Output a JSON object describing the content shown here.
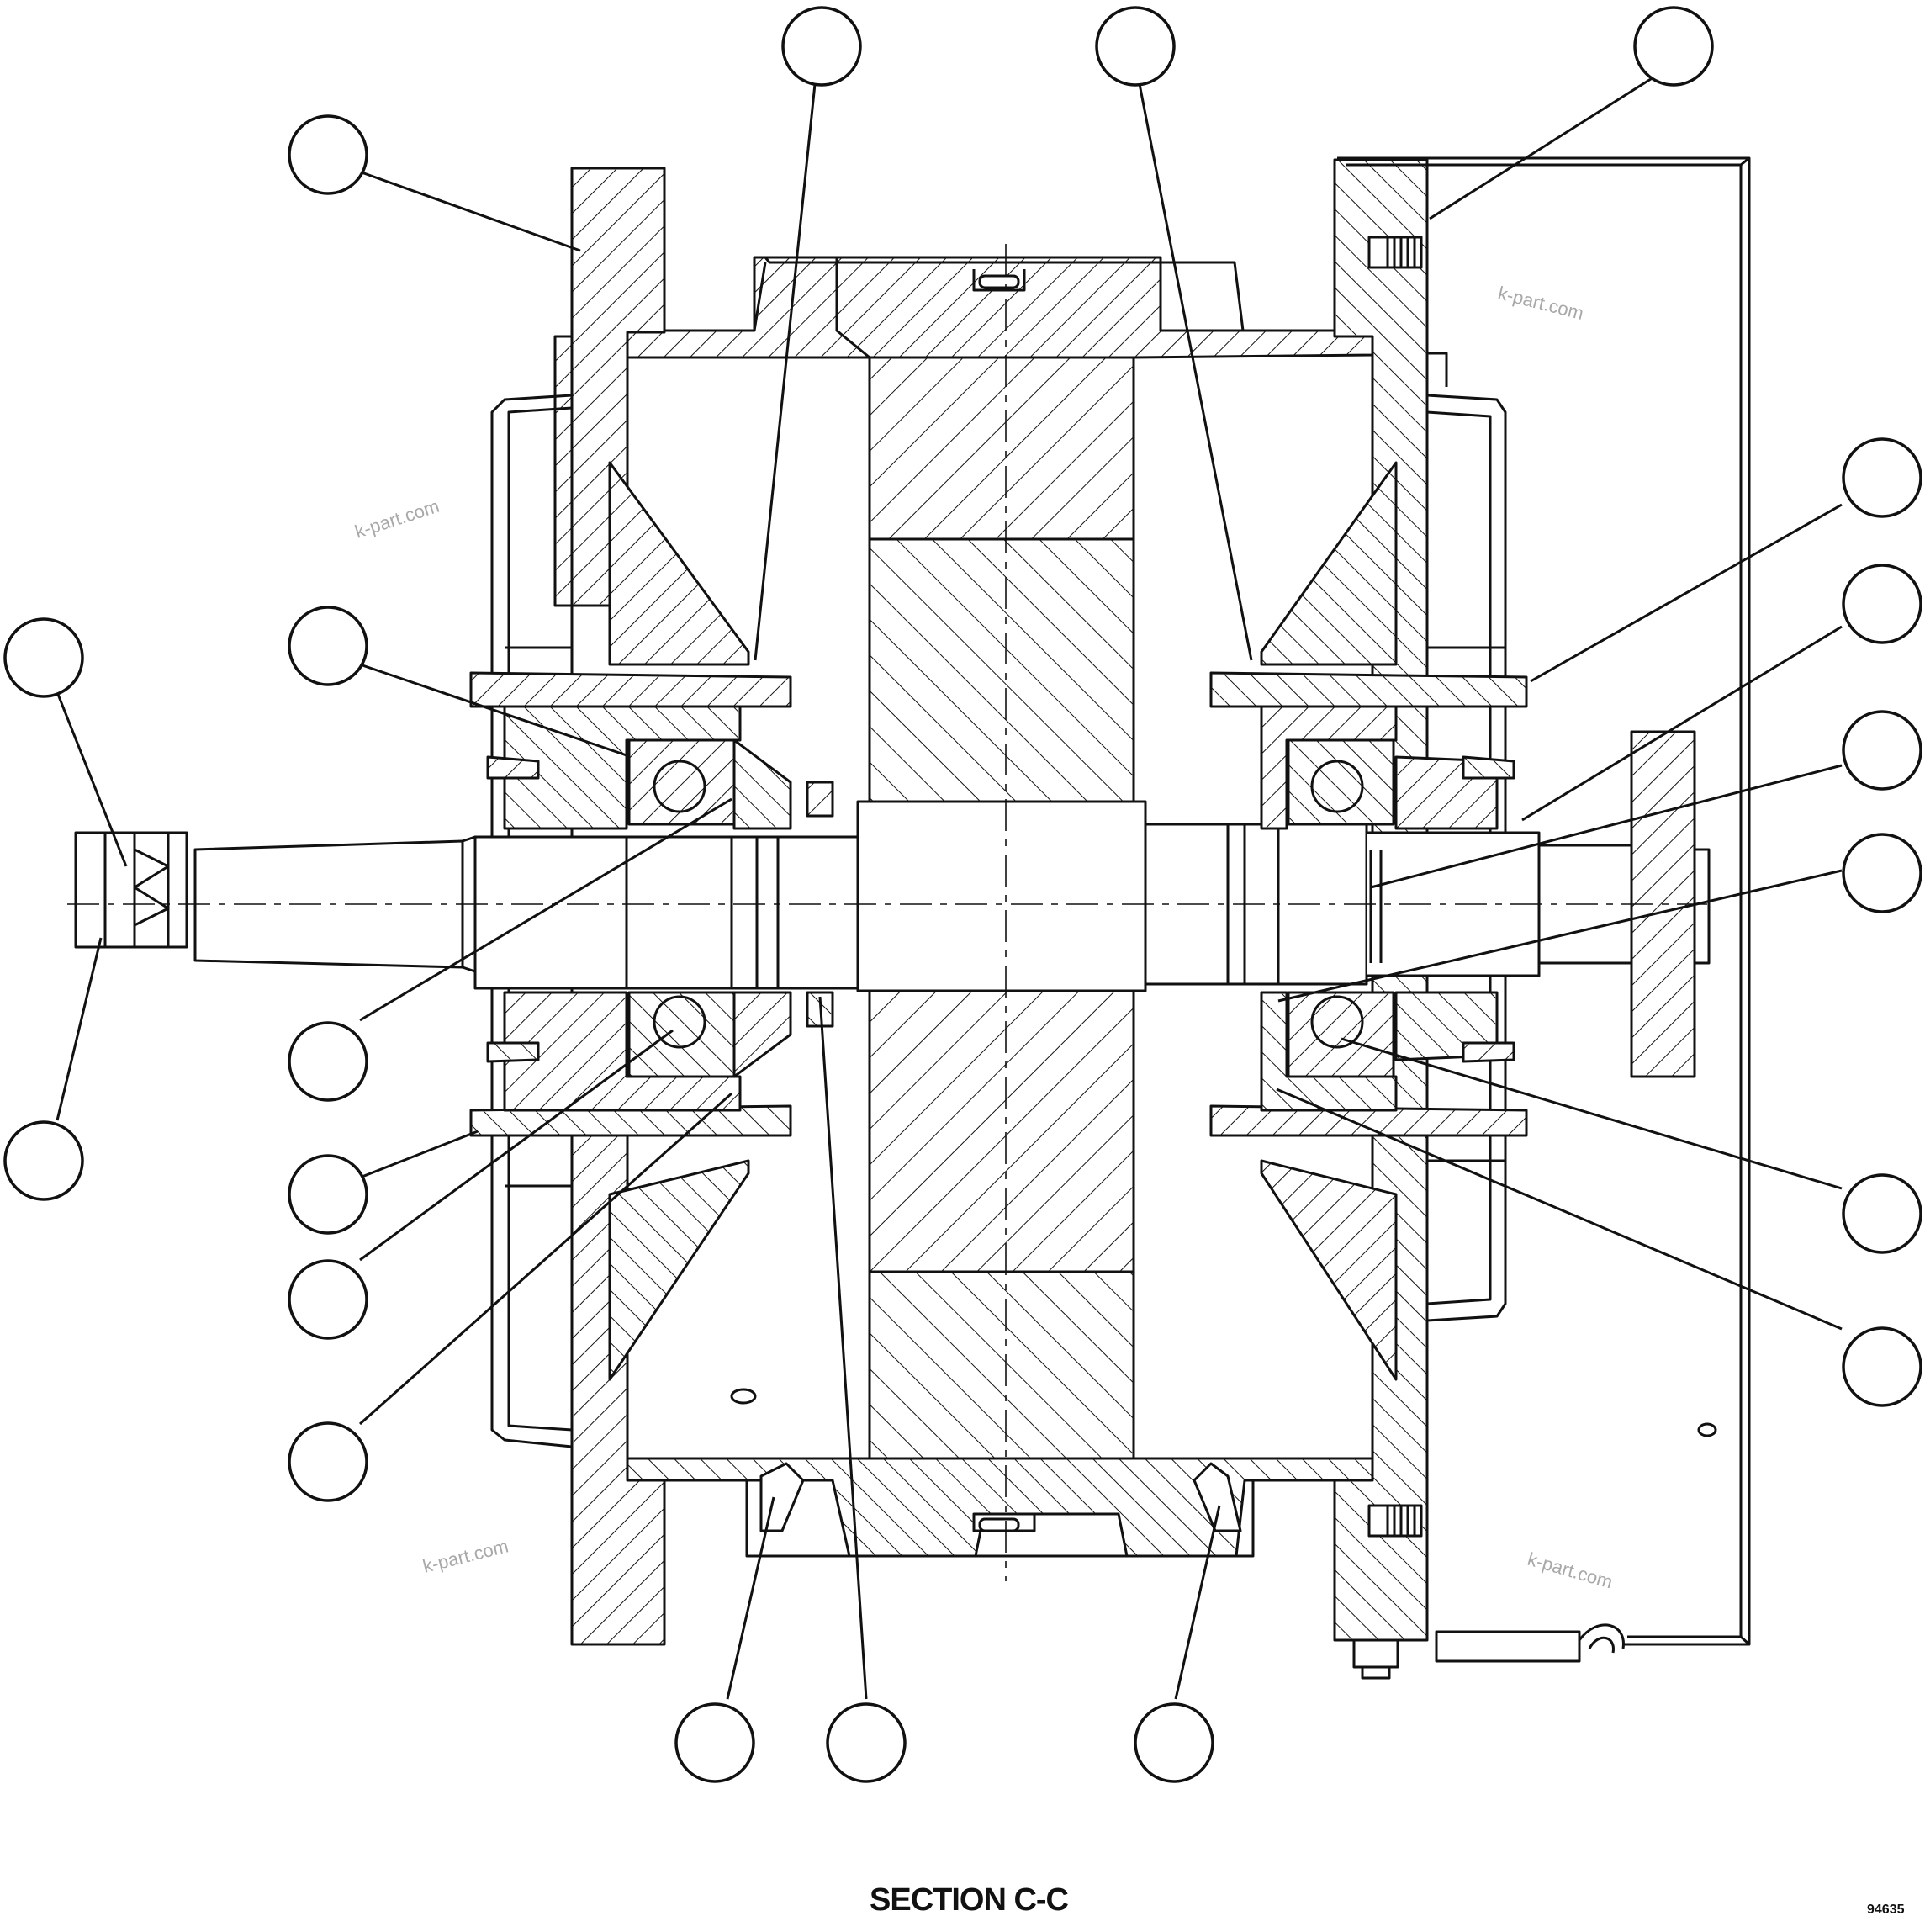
{
  "caption": "SECTION C-C",
  "figure_number": "94635",
  "watermarks": [
    "k-part.com",
    "k-part.com",
    "k-part.com",
    "k-part.com"
  ],
  "callouts": [
    {
      "id": "callout-1"
    },
    {
      "id": "callout-2"
    },
    {
      "id": "callout-3"
    },
    {
      "id": "callout-4"
    },
    {
      "id": "callout-5"
    },
    {
      "id": "callout-6"
    },
    {
      "id": "callout-7"
    },
    {
      "id": "callout-8"
    },
    {
      "id": "callout-9"
    },
    {
      "id": "callout-10"
    },
    {
      "id": "callout-11"
    },
    {
      "id": "callout-12"
    },
    {
      "id": "callout-13"
    },
    {
      "id": "callout-14"
    },
    {
      "id": "callout-15"
    },
    {
      "id": "callout-16"
    },
    {
      "id": "callout-17"
    },
    {
      "id": "callout-18"
    },
    {
      "id": "callout-19"
    },
    {
      "id": "callout-20"
    },
    {
      "id": "callout-21"
    },
    {
      "id": "callout-22"
    }
  ],
  "colors": {
    "line": "#111111",
    "background": "#ffffff",
    "watermark": "#a8a8a8"
  }
}
